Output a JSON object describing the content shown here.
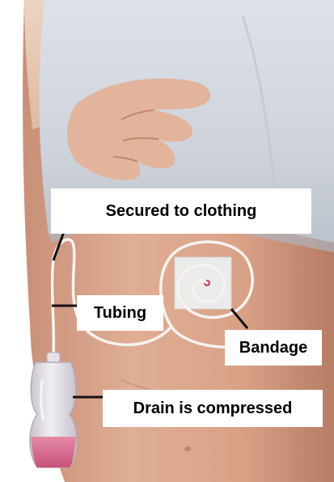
{
  "labels": {
    "secured": "Secured to clothing",
    "tubing": "Tubing",
    "bandage": "Bandage",
    "drain": "Drain is compressed"
  },
  "colors": {
    "skin_light": "#e9c9b3",
    "skin_mid": "#d8a68d",
    "skin_dark": "#b9826b",
    "shirt": "#d9dde4",
    "shirt_shadow": "#b9bfc8",
    "tubing": "#f6f3ee",
    "bandage": "#ecebeb",
    "insertion_site": "#c0405a",
    "drain_bulb": "#e6e2e8",
    "drain_fluid": "#d46a8c",
    "leader_line": "#111111"
  },
  "icons": [
    "shirt",
    "hand",
    "tubing-loop",
    "bandage",
    "drain-bulb"
  ]
}
